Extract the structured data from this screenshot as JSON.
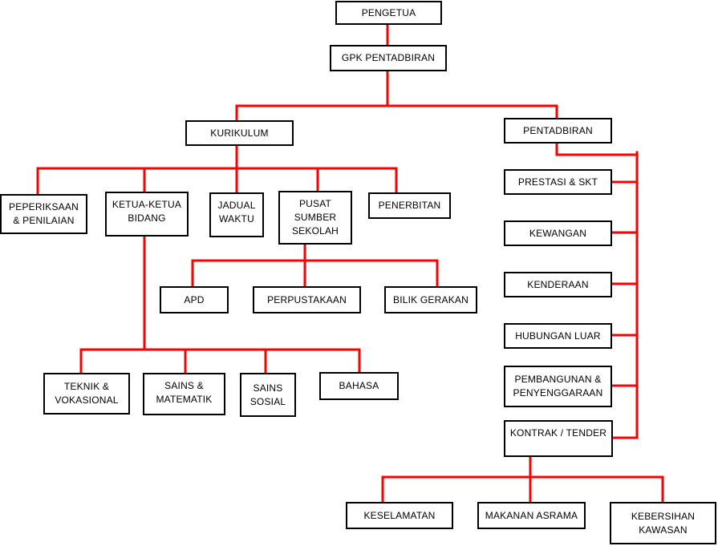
{
  "colors": {
    "connector": "#ff0000",
    "border": "#000000",
    "background": "#ffffff"
  },
  "nodes": {
    "pengetua": "PENGETUA",
    "gpk": "GPK PENTADBIRAN",
    "kurikulum": "KURIKULUM",
    "pentadbiran": "PENTADBIRAN",
    "peperiksaan": "PEPERIKSAAN\n& PENILAIAN",
    "ketua": "KETUA-KETUA\nBIDANG",
    "jadual": "JADUAL\nWAKTU",
    "pusat": "PUSAT\nSUMBER\nSEKOLAH",
    "penerbitan": "PENERBITAN",
    "apd": "APD",
    "perpustakaan": "PERPUSTAKAAN",
    "bilik": "BILIK GERAKAN",
    "teknik": "TEKNIK &\nVOKASIONAL",
    "sains_mat": "SAINS &\nMATEMATIK",
    "sains_sos": "SAINS\nSOSIAL",
    "bahasa": "BAHASA",
    "prestasi": "PRESTASI & SKT",
    "kewangan": "KEWANGAN",
    "kenderaan": "KENDERAAN",
    "hubungan": "HUBUNGAN LUAR",
    "pembangunan": "PEMBANGUNAN &\nPENYENGGARAAN",
    "kontrak": "KONTRAK / TENDER",
    "keselamatan": "KESELAMATAN",
    "makanan": "MAKANAN ASRAMA",
    "kebersihan": "KEBERSIHAN\nKAWASAN"
  }
}
